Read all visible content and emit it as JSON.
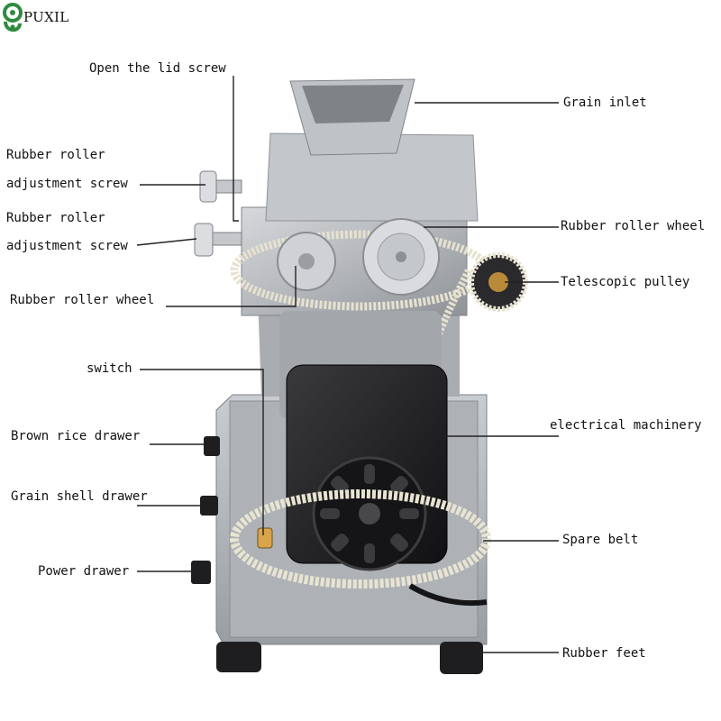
{
  "brand": {
    "name": "PUXIL",
    "logo_icon": "green-swirl-logo-icon",
    "logo_color": "#2e8b3e"
  },
  "labels": {
    "open_lid_screw": "Open the lid screw",
    "grain_inlet": "Grain inlet",
    "rubber_roller_adjust_1_line1": "Rubber roller",
    "rubber_roller_adjust_1_line2": "adjustment screw",
    "rubber_roller_adjust_2_line1": "Rubber roller",
    "rubber_roller_adjust_2_line2": "adjustment screw",
    "rubber_roller_wheel_right": "Rubber roller wheel",
    "telescopic_pulley": "Telescopic pulley",
    "rubber_roller_wheel_left": "Rubber roller wheel",
    "switch": "switch",
    "electrical_machinery": "electrical machinery",
    "brown_rice_drawer": "Brown rice drawer",
    "grain_shell_drawer": "Grain shell drawer",
    "spare_belt": "Spare belt",
    "power_drawer": "Power drawer",
    "rubber_feet": "Rubber feet"
  },
  "colors": {
    "body_metal": "#b9bcc0",
    "motor_black": "#1c1c1e",
    "leader_line": "#222222"
  }
}
